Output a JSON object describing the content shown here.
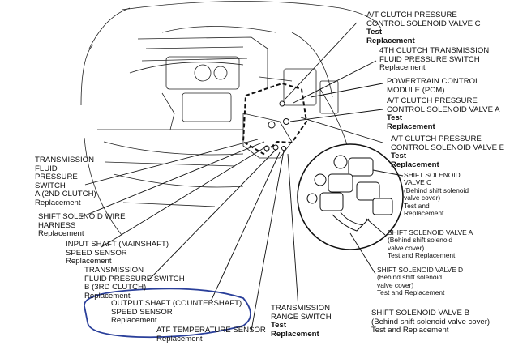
{
  "labels": {
    "clutch_c": [
      "A/T CLUTCH PRESSURE",
      "CONTROL SOLENOID VALVE C",
      "Test",
      "Replacement"
    ],
    "fourth_clutch": [
      "4TH CLUTCH TRANSMISSION",
      "FLUID PRESSURE SWITCH",
      "Replacement"
    ],
    "pcm": [
      "POWERTRAIN CONTROL",
      "MODULE (PCM)"
    ],
    "clutch_a": [
      "A/T CLUTCH PRESSURE",
      "CONTROL SOLENOID VALVE A",
      "Test",
      "Replacement"
    ],
    "clutch_b": [
      "A/T CLUTCH PRESSURE",
      "CONTROL SOLENOID VALVE E",
      "Test",
      "Replacement"
    ],
    "trans_switch_a": [
      "TRANSMISSION",
      "FLUID",
      "PRESSURE",
      "SWITCH",
      "A (2ND CLUTCH)",
      "Replacement"
    ],
    "shift_c": [
      "SHIFT SOLENOID",
      "VALVE C",
      "(Behind shift solenoid",
      "valve cover)",
      "Test and",
      "Replacement"
    ],
    "harness": [
      "SHIFT SOLENOID WIRE",
      "HARNESS",
      "Replacement"
    ],
    "shift_a": [
      "SHIFT SOLENOID VALVE A",
      "(Behind shift solenoid",
      "valve cover)",
      "Test and Replacement"
    ],
    "input_shaft": [
      "INPUT SHAFT (MAINSHAFT)",
      "SPEED SENSOR",
      "Replacement"
    ],
    "trans_switch_b": [
      "TRANSMISSION",
      "FLUID PRESSURE SWITCH",
      "B (3RD CLUTCH)",
      "Replacement"
    ],
    "shift_d": [
      "SHIFT SOLENOID VALVE D",
      "(Behind shift solenoid",
      "valve cover)",
      "Test and Replacement"
    ],
    "output_shaft": [
      "OUTPUT SHAFT (COUNTERSHAFT)",
      "SPEED SENSOR",
      "Replacement"
    ],
    "range_switch": [
      "TRANSMISSION",
      "RANGE SWITCH",
      "Test",
      "Replacement"
    ],
    "shift_b": [
      "SHIFT SOLENOID VALVE B",
      "(Behind shift solenoid valve cover)",
      "Test and Replacement"
    ],
    "atf_temp": [
      "ATF TEMPERATURE SENSOR",
      "Replacement"
    ]
  },
  "colors": {
    "ink": "#111111",
    "highlight": "#2a3f9a"
  }
}
